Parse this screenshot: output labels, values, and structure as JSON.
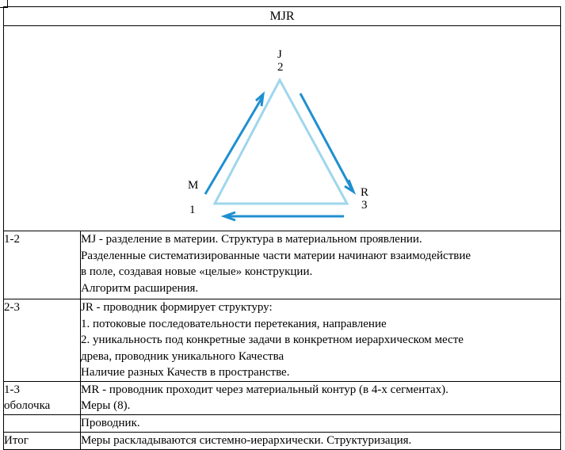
{
  "table": {
    "title": "MJR",
    "diagram": {
      "vertex_top": {
        "letter": "J",
        "number": "2"
      },
      "vertex_left": {
        "letter": "M",
        "number": "1"
      },
      "vertex_right": {
        "letter": "R",
        "number": "3"
      },
      "colors": {
        "triangle": "#9fd6ec",
        "arrows": "#1f8fd0"
      }
    },
    "rows": [
      {
        "label_lines": [
          "1-2"
        ],
        "lines": [
          "MJ - разделение в материи. Структура в материальном проявлении.",
          "Разделенные систематизированные части материи начинают взаимодействие",
          "в поле, создавая новые «целые» конструкции.",
          "Алгоритм расширения."
        ]
      },
      {
        "label_lines": [
          "2-3"
        ],
        "lines": [
          "JR - проводник формирует структуру:",
          "1. потоковые последовательности перетекания, направление",
          "2. уникальность под конкретные задачи в конкретном иерархическом месте",
          "древа, проводник уникального Качества",
          "Наличие разных Качеств в пространстве."
        ]
      },
      {
        "label_lines": [
          "1-3",
          "оболочка"
        ],
        "lines": [
          "MR - проводник проходит через материальный контур (в 4-х сегментах).",
          "Меры (8)."
        ]
      },
      {
        "label_lines": [
          ""
        ],
        "lines": [
          "Проводник."
        ]
      },
      {
        "label_lines": [
          "Итог"
        ],
        "lines": [
          "Меры раскладываются системно-иерархически. Структуризация."
        ]
      }
    ]
  }
}
